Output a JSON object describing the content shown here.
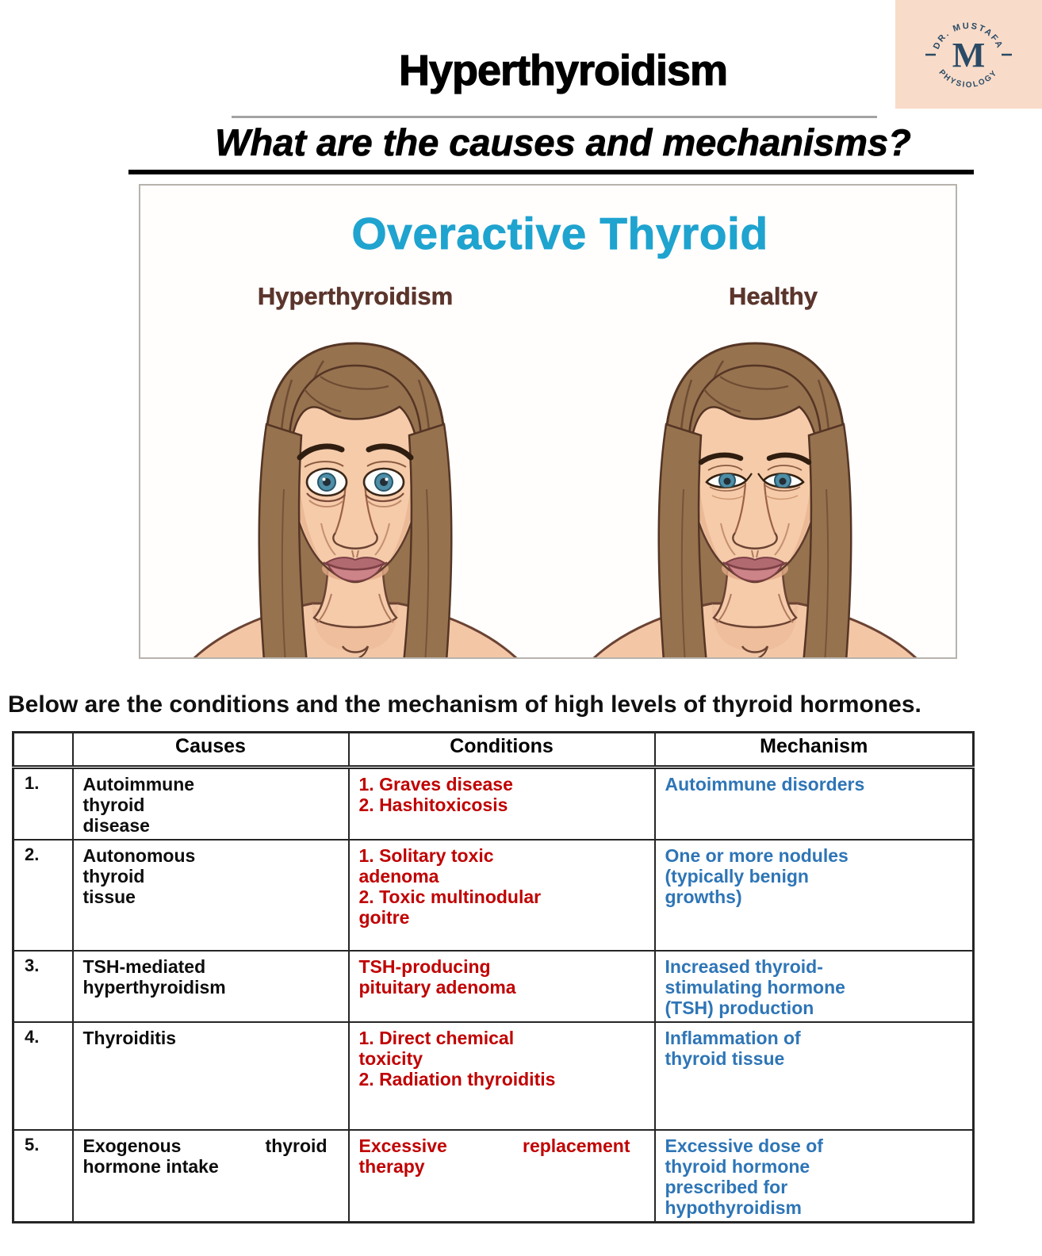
{
  "header": {
    "title": "Hyperthyroidism",
    "subtitle": "What are the causes and mechanisms?",
    "logo": {
      "top": "DR. MUSTAFA",
      "monogram": "M",
      "bottom": "PHYSIOLOGY"
    }
  },
  "figure": {
    "title": "Overactive Thyroid",
    "left_label": "Hyperthyroidism",
    "right_label": "Healthy"
  },
  "caption": "Below are the conditions and the mechanism of high levels of thyroid hormones.",
  "table": {
    "headers": {
      "causes": "Causes",
      "conditions": "Conditions",
      "mechanism": "Mechanism"
    },
    "rows": [
      {
        "num": "1.",
        "cause": "Autoimmune\nthyroid\ndisease",
        "condition": "1. Graves disease\n2. Hashitoxicosis",
        "mechanism": "Autoimmune disorders"
      },
      {
        "num": "2.",
        "cause": "Autonomous\nthyroid\ntissue",
        "condition": "1. Solitary toxic\nadenoma\n2. Toxic multinodular\ngoitre",
        "mechanism": "One or more nodules\n(typically benign\ngrowths)"
      },
      {
        "num": "3.",
        "cause": "TSH-mediated\nhyperthyroidism",
        "condition": "TSH-producing\npituitary adenoma",
        "mechanism": "Increased thyroid-\nstimulating hormone\n(TSH) production"
      },
      {
        "num": "4.",
        "cause": "Thyroiditis",
        "condition": "1. Direct chemical\ntoxicity\n2. Radiation thyroiditis",
        "mechanism": "Inflammation of\nthyroid tissue"
      },
      {
        "num": "5.",
        "cause": "Exogenous thyroid hormone intake",
        "condition": "Excessive replacement therapy",
        "mechanism": "Excessive dose of\nthyroid hormone\nprescribed for\nhypothyroidism"
      }
    ]
  },
  "colors": {
    "condition_red": "#C00000",
    "mechanism_blue": "#2E75B6",
    "figure_title_blue": "#1FA3CF",
    "label_brown": "#5B352C",
    "logo_background": "#F8DCC9",
    "logo_navy": "#2B4A66"
  }
}
